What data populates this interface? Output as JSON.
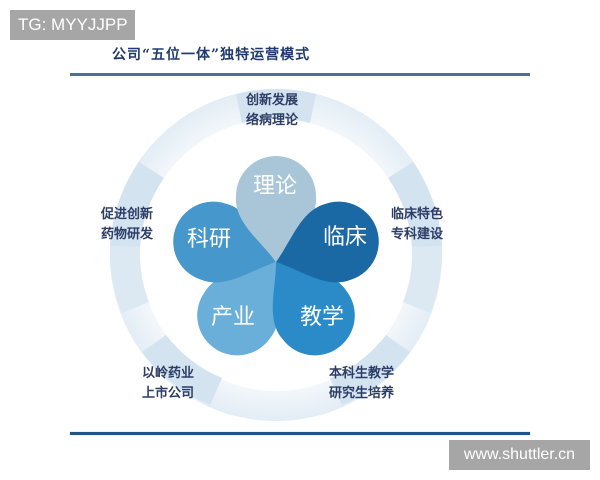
{
  "watermarks": {
    "top": "TG: MYYJJPP",
    "bottom": "www.shuttler.cn"
  },
  "figure": {
    "title": "公司“五位一体”独特运营模式"
  },
  "petals": [
    {
      "id": "theory",
      "label": "理论",
      "color": "#a9c6d9"
    },
    {
      "id": "clinical",
      "label": "临床",
      "color": "#1a69a4"
    },
    {
      "id": "teaching",
      "label": "教学",
      "color": "#2a8bc8"
    },
    {
      "id": "industry",
      "label": "产业",
      "color": "#6aafd9"
    },
    {
      "id": "research",
      "label": "科研",
      "color": "#4597cc"
    }
  ],
  "ring_labels": [
    {
      "id": "theory",
      "line1": "创新发展",
      "line2": "络病理论"
    },
    {
      "id": "clinical",
      "line1": "临床特色",
      "line2": "专科建设"
    },
    {
      "id": "teaching",
      "line1": "本科生教学",
      "line2": "研究生培养"
    },
    {
      "id": "industry",
      "line1": "以岭药业",
      "line2": "上市公司"
    },
    {
      "id": "research",
      "line1": "促进创新",
      "line2": "药物研发"
    }
  ],
  "colors": {
    "ring_light": "#eaf2f8",
    "ring_segment": "#cfe0ec",
    "title": "#1f3a6e",
    "rule": "#2c5d8c",
    "label_text": "#2d3d66"
  }
}
